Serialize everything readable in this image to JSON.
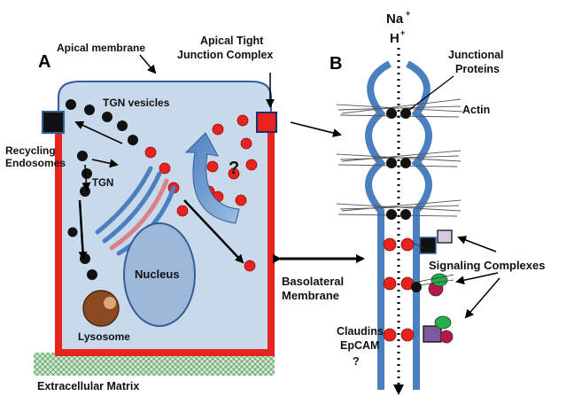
{
  "panel_a": {
    "letter": "A",
    "apical_membrane": "Apical membrane",
    "tight_junction_line1": "Apical Tight",
    "tight_junction_line2": "Junction Complex",
    "tgn_vesicles": "TGN vesicles",
    "recycling_line1": "Recycling",
    "recycling_line2": "Endosomes",
    "tgn": "TGN",
    "question": "?",
    "nucleus": "Nucleus",
    "lysosome": "Lysosome",
    "ecm": "Extracellular Matrix"
  },
  "middle": {
    "basolateral_line1": "Basolateral",
    "basolateral_line2": "Membrane"
  },
  "panel_b": {
    "letter": "B",
    "na": "Na",
    "na_sup": "+",
    "h": "H",
    "h_sup": "+",
    "junctional_line1": "Junctional",
    "junctional_line2": "Proteins",
    "actin": "Actin",
    "signaling": "Signaling Complexes",
    "claudins": "Claudins",
    "epcam": "EpCAM",
    "question": "?"
  },
  "colors": {
    "cell_fill": "#c8d9ec",
    "membrane_red": "#e8221c",
    "vesicle_black": "#111111",
    "vesicle_red": "#e8221c",
    "nucleus": "#9db8d8",
    "lysosome": "#8b4a1f",
    "strand_blue": "#4a7fc0",
    "ecm_green": "#8fc28f"
  }
}
